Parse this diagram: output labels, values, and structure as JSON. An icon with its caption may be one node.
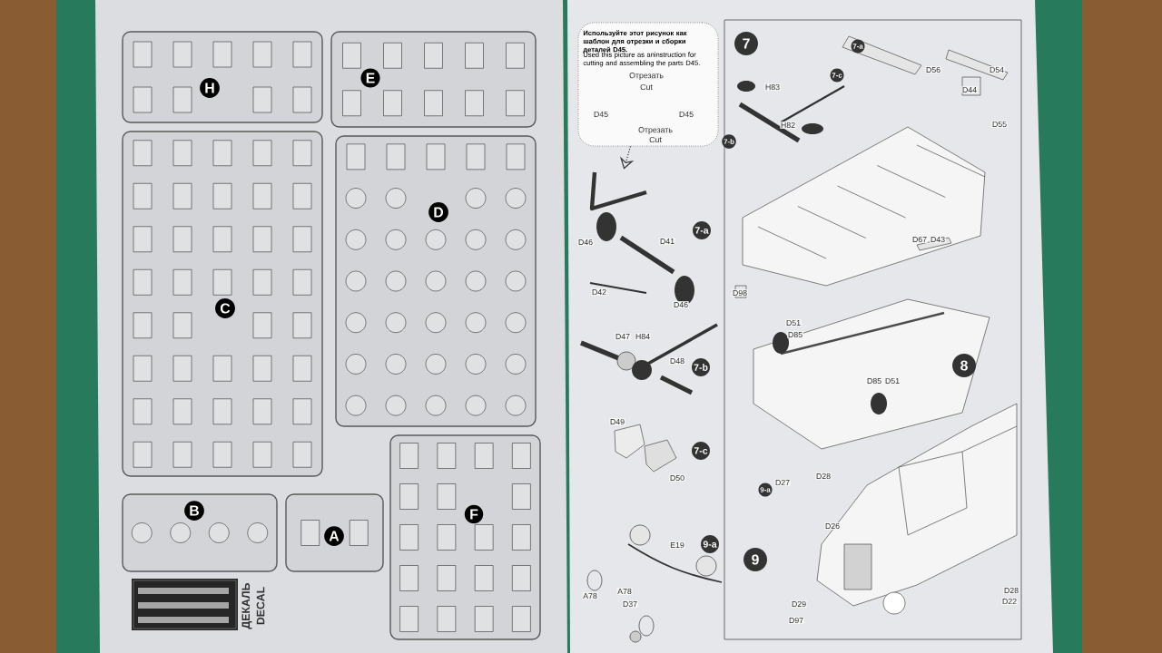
{
  "diagram": {
    "nodes": [
      {
        "text": [
          "H"
        ]
      },
      {
        "text": [
          "E"
        ]
      },
      {
        "text": [
          "C"
        ]
      },
      {
        "text": [
          "D"
        ]
      },
      {
        "text": [
          "B"
        ]
      },
      {
        "text": [
          "A"
        ]
      },
      {
        "text": [
          "F"
        ]
      },
      {
        "text": [
          "Используйте этот рисунок как шаблон для отрезки и сборки деталей D45.",
          "Used this picture as aninstruction for cutting and assembling the parts D45."
        ]
      },
      {
        "text": [],
        "shape": "picture"
      },
      {
        "text": [
          "7-a"
        ]
      },
      {
        "text": [
          "7-b"
        ]
      },
      {
        "text": [
          "7-c"
        ]
      },
      {
        "text": [
          "9-a"
        ]
      },
      {
        "text": [
          "7"
        ]
      },
      {
        "text": [
          "7-a"
        ]
      },
      {
        "text": [
          "7-c"
        ]
      },
      {
        "text": [
          "7-b"
        ]
      },
      {
        "text": [
          "8"
        ]
      },
      {
        "text": [
          "9-a"
        ]
      },
      {
        "text": [
          "9"
        ]
      }
    ],
    "edges": [
      {
        "from": 7,
        "to": 8,
        "arrow": "to",
        "style": "dashed"
      }
    ],
    "labels": [
      "Отрезать",
      "Cut",
      "D45",
      "D45",
      "Отрезать",
      "Cut",
      "D46",
      "D41",
      "D42",
      "D46",
      "D47",
      "H84",
      "D48",
      "D49",
      "D50",
      "E19",
      "A78",
      "A78",
      "D37",
      "D56",
      "D54",
      "H83",
      "D44",
      "H82",
      "D55",
      "D67",
      "D43",
      "D98",
      "D51",
      "D85",
      "D85",
      "D51",
      "D27",
      "D28",
      "D26",
      "D28",
      "D29",
      "D22",
      "D97",
      "ДЕКАЛЬ",
      "DECAL"
    ]
  }
}
